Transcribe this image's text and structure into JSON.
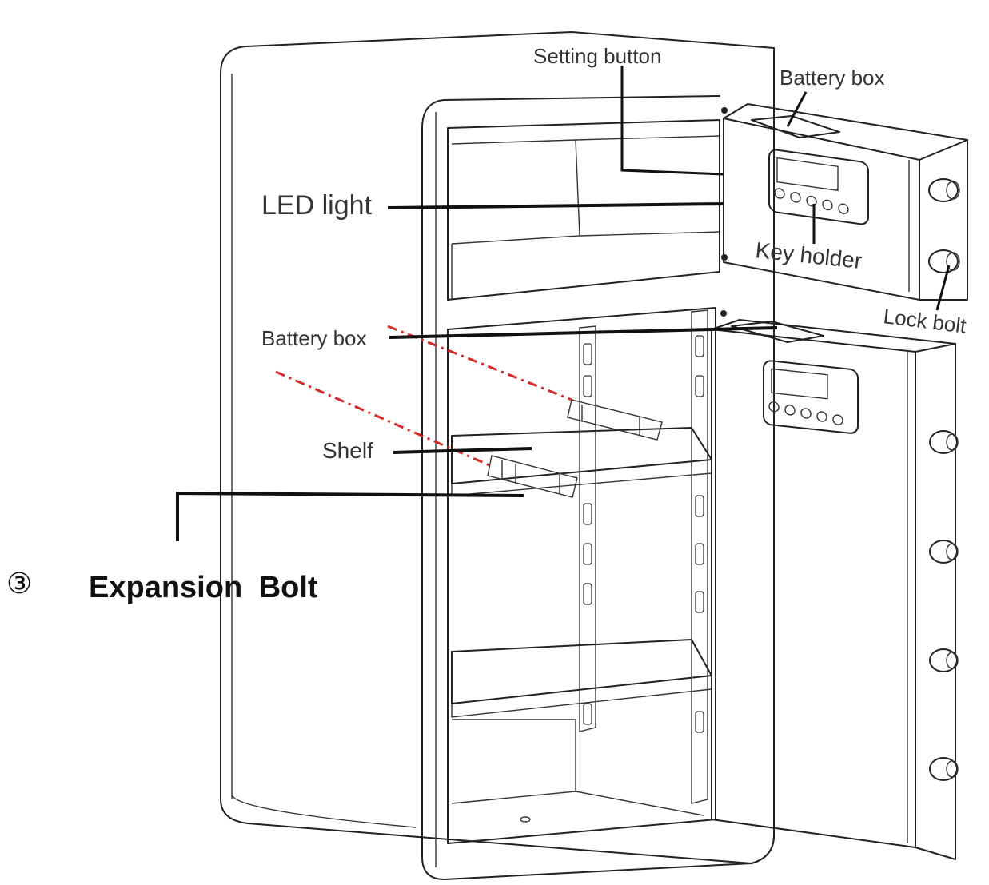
{
  "step_number": "③",
  "title": "Expansion Bolt",
  "labels": {
    "setting_button": "Setting button",
    "battery_box_top": "Battery box",
    "led_light": "LED light",
    "key_holder": "Key holder",
    "lock_bolt": "Lock bolt",
    "battery_box_lower": "Battery box",
    "shelf": "Shelf"
  },
  "colors": {
    "line": "#111111",
    "text": "#333333",
    "guide_dash": "#d62828"
  }
}
